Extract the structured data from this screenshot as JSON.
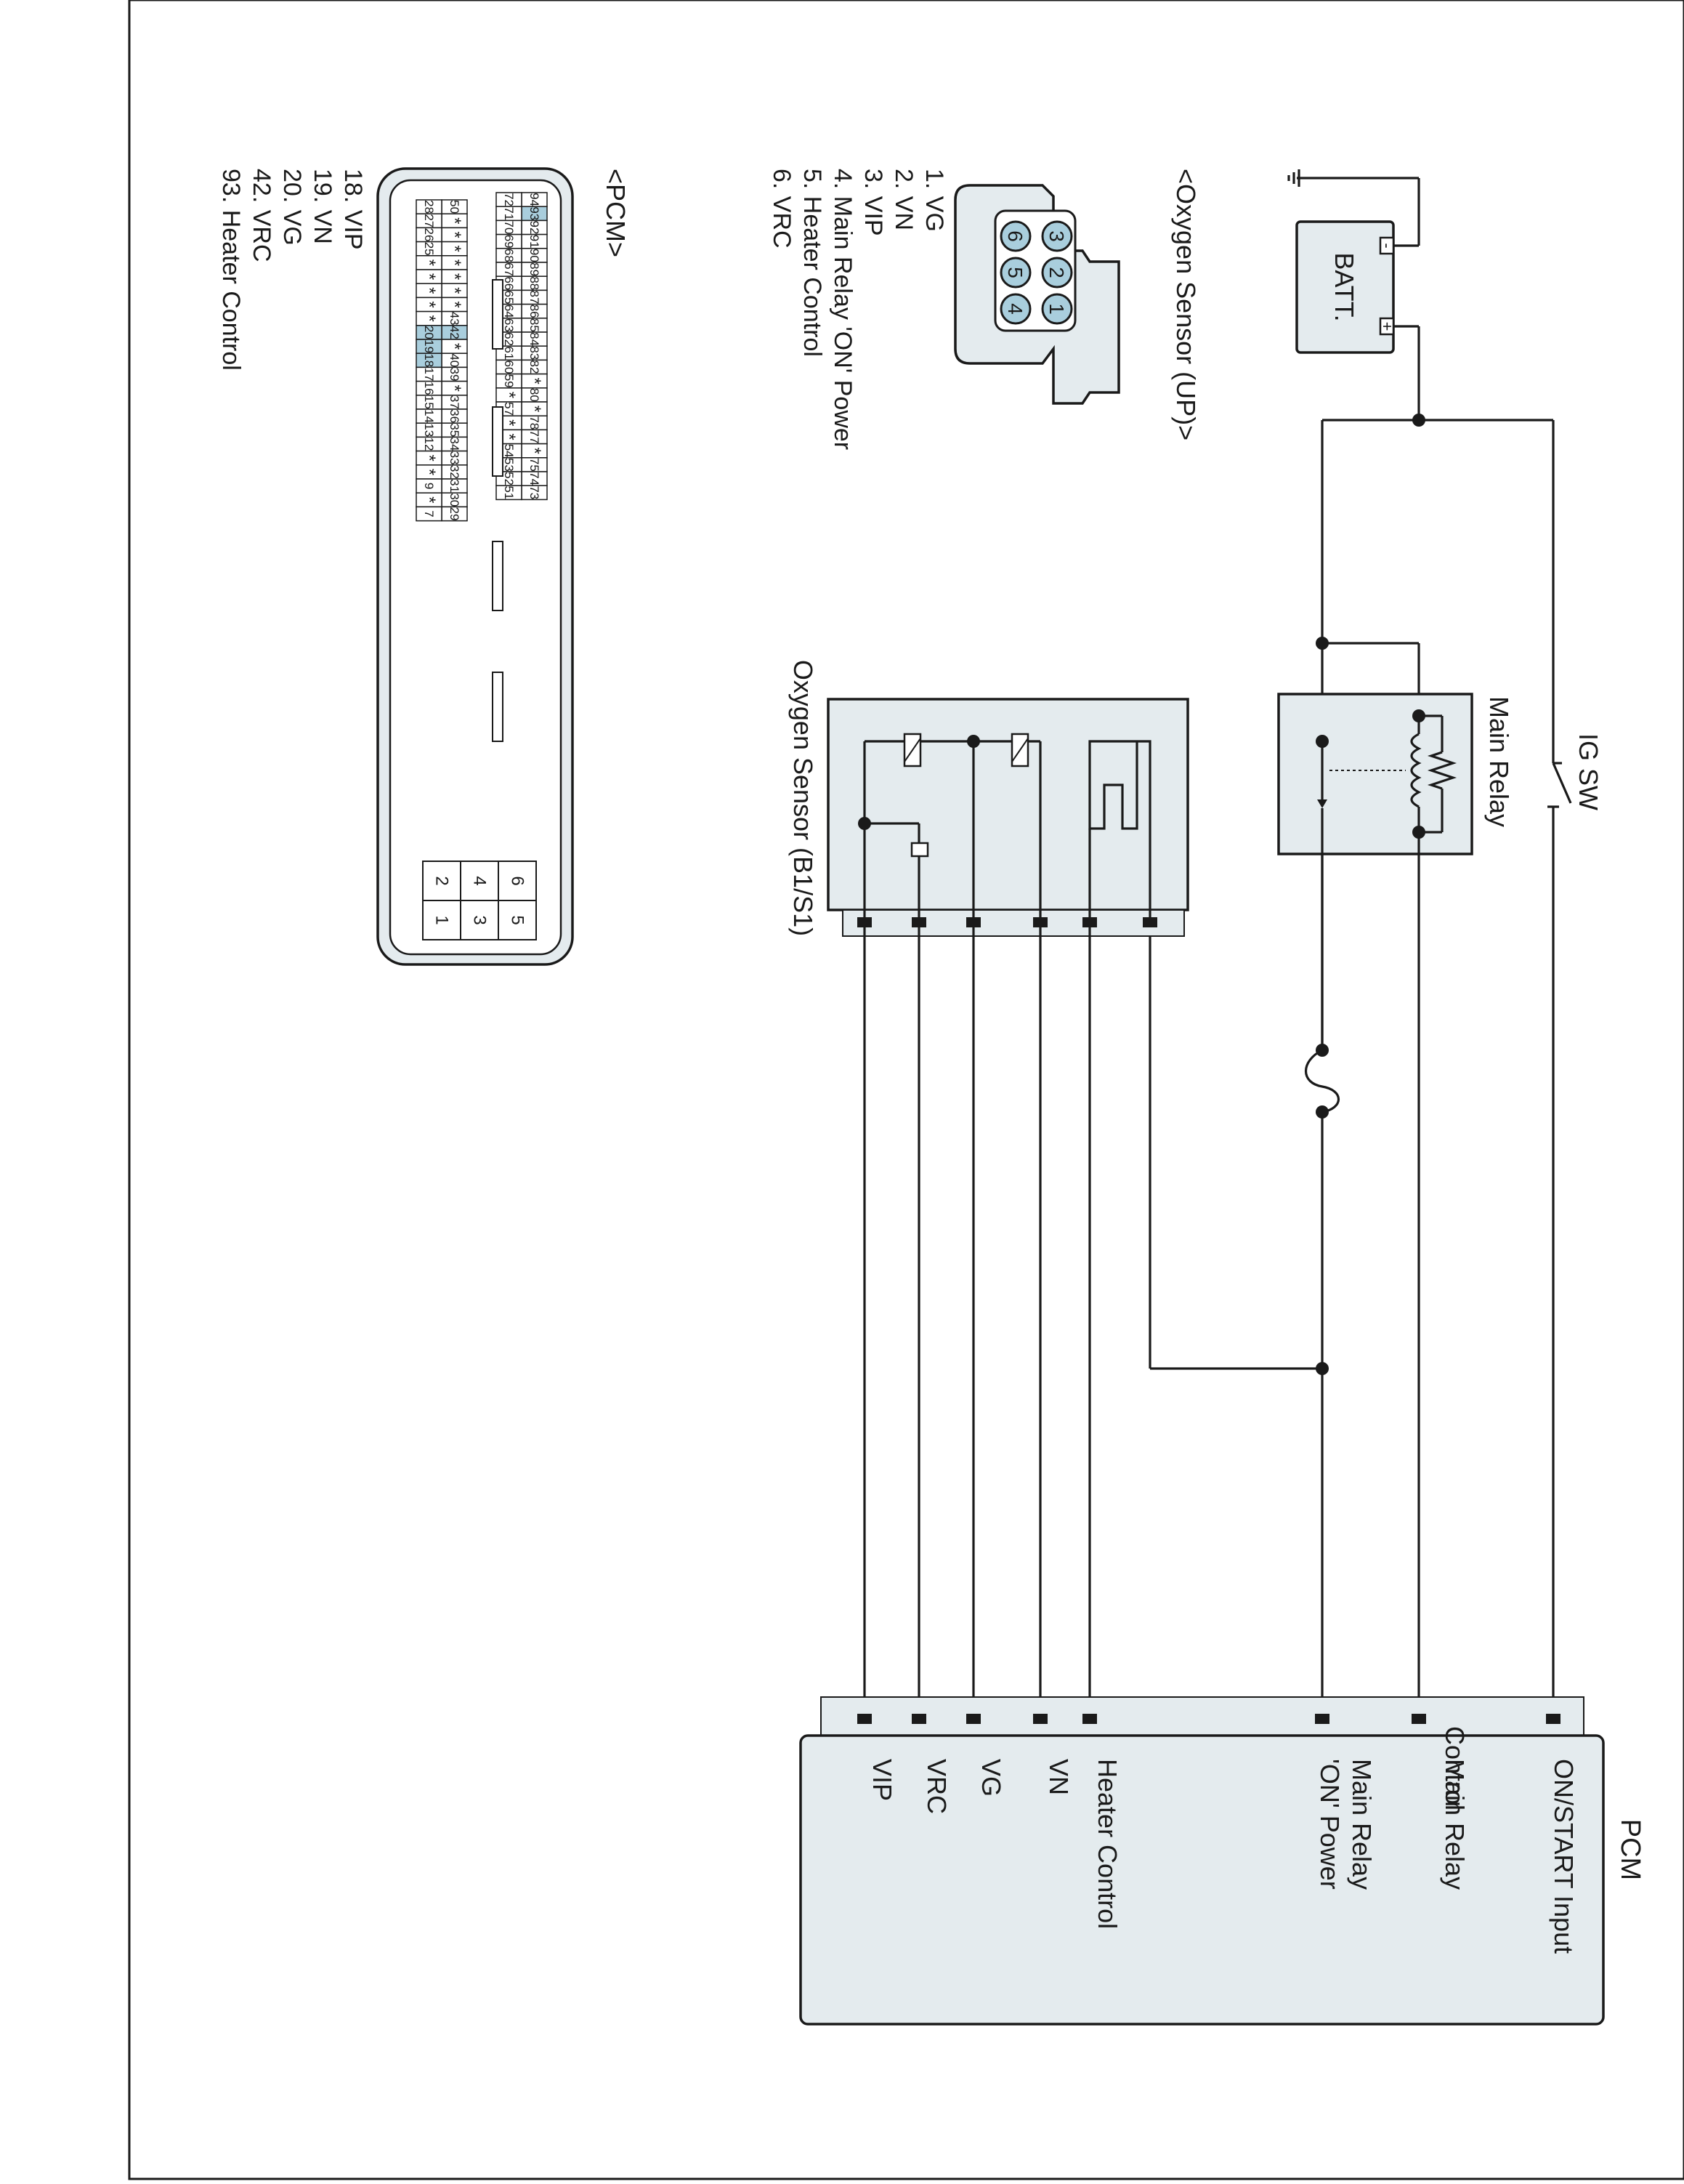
{
  "battery": {
    "label": "BATT.",
    "minus": "-",
    "plus": "+"
  },
  "ig_switch": {
    "label": "IG SW"
  },
  "main_relay": {
    "label": "Main Relay"
  },
  "oxygen_sensor": {
    "label": "Oxygen Sensor (B1/S1)"
  },
  "pcm": {
    "title": "PCM",
    "pins": [
      "ON/START Input",
      "Main Relay Control",
      "Main Relay 'ON' Power",
      "Heater Control",
      "VN",
      "VG",
      "VRC",
      "VIP"
    ]
  },
  "connector_upstream": {
    "title": "<Oxygen Sensor (UP)>",
    "cavities": [
      "3",
      "2",
      "1",
      "6",
      "5",
      "4"
    ],
    "pins": [
      "1. VG",
      "2. VN",
      "3. VIP",
      "4. Main Relay  'ON' Power",
      "5. Heater Control",
      "6. VRC"
    ]
  },
  "connector_pcm": {
    "title": "<PCM>",
    "pins": [
      "18. VIP",
      "19. VN",
      "20. VG",
      "42. VRC",
      "93. Heater Control"
    ],
    "grid_rows": [
      [
        "94",
        "93",
        "92",
        "91",
        "90",
        "89",
        "88",
        "87",
        "86",
        "85",
        "84",
        "83",
        "82",
        "*",
        "80",
        "*",
        "78",
        "77",
        "*",
        "75",
        "74",
        "73"
      ],
      [
        "72",
        "71",
        "70",
        "69",
        "68",
        "67",
        "66",
        "65",
        "64",
        "63",
        "62",
        "61",
        "60",
        "59",
        "*",
        "57",
        "*",
        "*",
        "54",
        "53",
        "52",
        "51"
      ],
      [
        "50",
        "*",
        "*",
        "*",
        "*",
        "*",
        "*",
        "*",
        "43",
        "42",
        "*",
        "40",
        "39",
        "*",
        "37",
        "36",
        "35",
        "34",
        "33",
        "32",
        "31",
        "30",
        "29"
      ],
      [
        "28",
        "27",
        "26",
        "25",
        "*",
        "*",
        "*",
        "*",
        "*",
        "20",
        "19",
        "18",
        "17",
        "16",
        "15",
        "14",
        "13",
        "12",
        "*",
        "*",
        "9",
        "*",
        "7"
      ]
    ],
    "highlighted": [
      "93",
      "42",
      "20",
      "19",
      "18"
    ],
    "small_grid": [
      [
        "6",
        "5"
      ],
      [
        "4",
        "3"
      ],
      [
        "2",
        "1"
      ]
    ]
  }
}
